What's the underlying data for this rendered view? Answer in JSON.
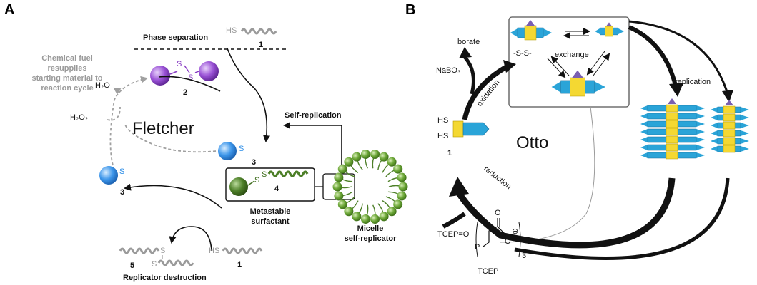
{
  "panel_a": {
    "letter": "A",
    "chemist": "Fletcher",
    "phase_separation": "Phase separation",
    "fuel_note": [
      "Chemical fuel",
      "resupplies",
      "starting material to",
      "reaction cycle"
    ],
    "h2o": "H₂O",
    "h2o2": "H₂O₂",
    "self_replication": "Self-replication",
    "metastable": [
      "Metastable",
      "surfactant"
    ],
    "micelle": [
      "Micelle",
      "self-replicator"
    ],
    "replicator_destruction": "Replicator destruction",
    "hs": "HS",
    "s": "S",
    "s_minus": "S⁻",
    "compound_1": "1",
    "compound_2": "2",
    "compound_3": "3",
    "compound_4": "4",
    "compound_5": "5"
  },
  "panel_b": {
    "letter": "B",
    "chemist": "Otto",
    "borate": "borate",
    "nabo3": "NaBO₃",
    "oxidation": "oxidation",
    "disulfide": "-S-S-",
    "exchange": "exchange",
    "replication": "replication",
    "reduction": "reduction",
    "tcep_o": "TCEP=O",
    "tcep": "TCEP",
    "hs": "HS",
    "compound_1": "1",
    "tcep_p": "P",
    "tcep_o_atom": "O",
    "tcep_charge": "⊖",
    "tcep_sub": "3"
  },
  "colors": {
    "purple": "#8a3fc4",
    "blue": "#2f8fe8",
    "green": "#6aa535",
    "dark_green": "#3f6e1e",
    "grey": "#9a9a9a",
    "stack_blue": "#2aa4d8",
    "stack_yellow": "#f4d832"
  }
}
